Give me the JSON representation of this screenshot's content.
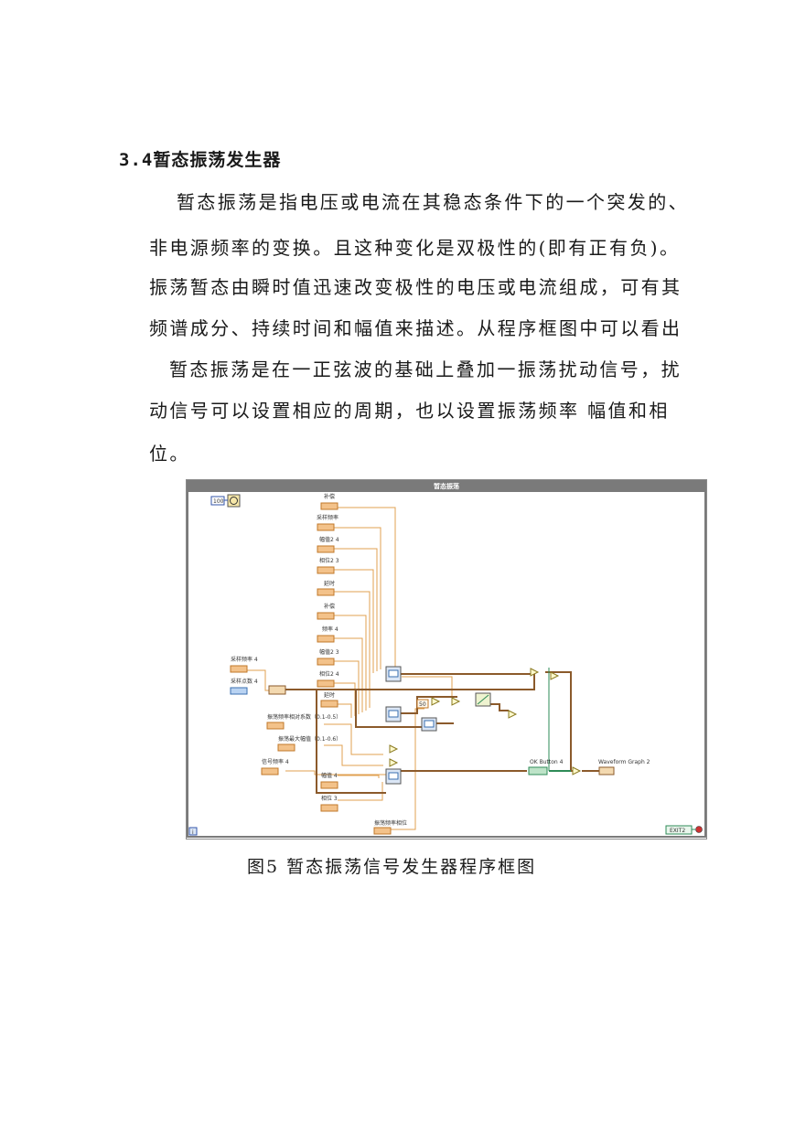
{
  "section": {
    "heading": "3.4暂态振荡发生器"
  },
  "paragraph": [
    "暂态振荡是指电压或电流在其稳态条件下的一个突发的、",
    "非电源频率的变换。且这种变化是双极性的(即有正有负)。",
    "振荡暂态由瞬时值迅速改变极性的电压或电流组成，可有其",
    "频谱成分、持续时间和幅值来描述。从程序框图中可以看出",
    "暂态振荡是在一正弦波的基础上叠加一振荡扰动信号，扰",
    "动信号可以设置相应的周期，也以设置振荡频率  幅值和相",
    "位。"
  ],
  "diagram": {
    "window_title": "暂态振荡",
    "constant_100": "100",
    "constant_50": "50",
    "loop_index": "i",
    "controls": [
      {
        "label": "补偿",
        "type": "DBL"
      },
      {
        "label": "采样频率",
        "type": "DBL"
      },
      {
        "label": "幅值2 4",
        "type": "DBL"
      },
      {
        "label": "相位2 3",
        "type": "DBL"
      },
      {
        "label": "延时",
        "type": "DBL"
      },
      {
        "label": "补偿",
        "type": "DBL"
      },
      {
        "label": "频率 4",
        "type": "DBL"
      },
      {
        "label": "幅值2 3",
        "type": "DBL"
      },
      {
        "label": "相位2 4",
        "type": "DBL"
      },
      {
        "label": "延时",
        "type": "DBL"
      },
      {
        "label": "采样频率 4",
        "type": "DBL"
      },
      {
        "label": "采样点数 4",
        "type": "I32"
      },
      {
        "label": "振荡频率相对系数（0.1-0.5）",
        "type": "DBL"
      },
      {
        "label": "振荡最大幅值（0.1-0.6）",
        "type": "DBL"
      },
      {
        "label": "信号频率 4",
        "type": "DBL"
      },
      {
        "label": "幅值 4",
        "type": "DBL"
      },
      {
        "label": "相位 3",
        "type": "DBL"
      },
      {
        "label": "振荡频率相位",
        "type": "DBL"
      }
    ],
    "ok_button": {
      "label": "OK Button 4",
      "type": "TF"
    },
    "graph": {
      "label": "Waveform Graph 2"
    },
    "exit": {
      "label": "EXIT2"
    }
  },
  "caption": "图5 暂态振荡信号发生器程序框图",
  "colors": {
    "wire_dbl": "#e0a050",
    "wire_cluster": "#8b5a2b",
    "wire_bool": "#2e8b57",
    "titlebar": "#7a7a7a"
  }
}
